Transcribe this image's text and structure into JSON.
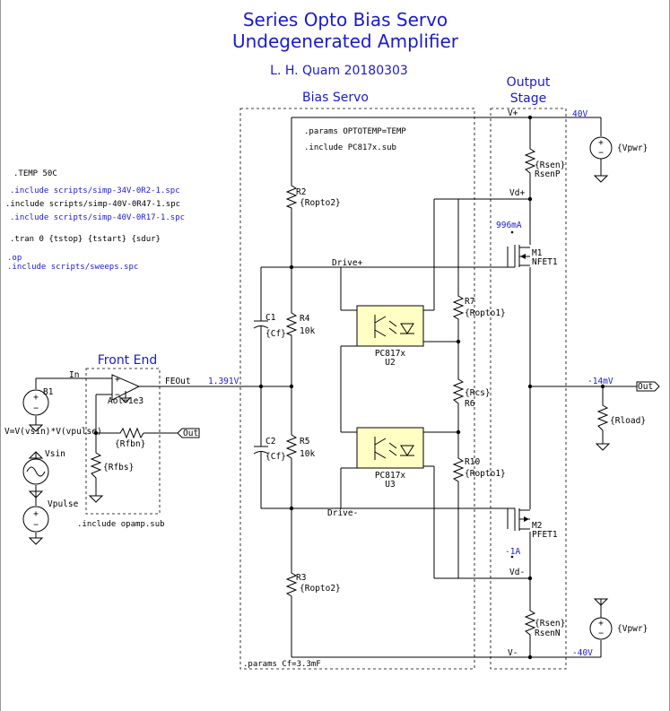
{
  "title": {
    "line1": "Series Opto Bias Servo",
    "line2": "Undegenerated Amplifier",
    "author": "L. H. Quam 20180303"
  },
  "sections": {
    "bias_servo": "Bias  Servo",
    "output_stage_1": "Output",
    "output_stage_2": "Stage",
    "front_end": "Front End"
  },
  "directives": {
    "temp": ".TEMP 50C",
    "inc1": ".include scripts/simp-34V-0R2-1.spc",
    "inc2": ".include scripts/simp-40V-0R47-1.spc",
    "inc3": ".include scripts/simp-40V-0R17-1.spc",
    "tran": ".tran 0 {tstop} {tstart} {sdur}",
    "op": ".op",
    "sweeps": ".include scripts/sweeps.spc",
    "params_opto": ".params OPTOTEMP=TEMP",
    "inc_pc817": ".include PC817x.sub",
    "inc_opamp": ".include opamp.sub",
    "params_cf": ".params Cf=3.3mF"
  },
  "nets": {
    "vplus": "V+",
    "vminus": "V-",
    "vdplus": "Vd+",
    "vdminus": "Vd-",
    "driveplus": "Drive+",
    "driveminus": "Drive-",
    "in": "In",
    "feout": "FEOut",
    "out": "Out"
  },
  "readouts": {
    "v40p": "40V",
    "v40n": "-40V",
    "i_m1": "996mA",
    "i_m2": "-1A",
    "v_feout": "1.391V",
    "v_out": "-14mV"
  },
  "components": {
    "r2": {
      "name": "R2",
      "value": "{Ropto2}"
    },
    "r3": {
      "name": "R3",
      "value": "{Ropto2}"
    },
    "r4": {
      "name": "R4",
      "value": "10k"
    },
    "r5": {
      "name": "R5",
      "value": "10k"
    },
    "c1": {
      "name": "C1",
      "value": "{Cf}"
    },
    "c2": {
      "name": "C2",
      "value": "{Cf}"
    },
    "r7": {
      "name": "R7",
      "value": "{Ropto1}"
    },
    "r10": {
      "name": "R10",
      "value": "{Ropto1}"
    },
    "r6": {
      "name": "R6",
      "value": "{Rcs}"
    },
    "u2": {
      "name": "U2",
      "value": "PC817x"
    },
    "u3": {
      "name": "U3",
      "value": "PC817x"
    },
    "m1": {
      "name": "M1",
      "value": "NFET1"
    },
    "m2": {
      "name": "M2",
      "value": "PFET1"
    },
    "rsenp": {
      "name": "RsenP",
      "value": "{Rsen}"
    },
    "rsenn": {
      "name": "RsenN",
      "value": "{Rsen}"
    },
    "vpwr_top": {
      "value": "{Vpwr}"
    },
    "vpwr_bot": {
      "value": "{Vpwr}"
    },
    "rload": {
      "value": "{Rload}"
    },
    "b1": {
      "name": "B1",
      "value": "V=V(vsin)*V(vpulse)"
    },
    "vsin": {
      "name": "Vsin"
    },
    "vpulse": {
      "name": "Vpulse"
    },
    "rfbn": {
      "value": "{Rfbn}"
    },
    "rfbs": {
      "value": "{Rfbs}"
    },
    "opamp": {
      "value": "Aol=1e3"
    }
  },
  "colors": {
    "title": "#1a1ad0",
    "opto_fill": "#ffffc4",
    "wire": "#000000"
  }
}
